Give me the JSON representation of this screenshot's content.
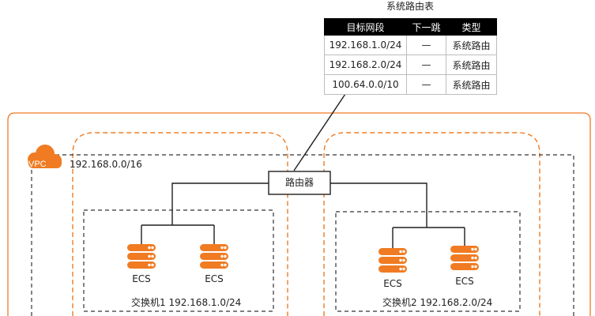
{
  "route_table": {
    "title": "系统路由表",
    "headers": [
      "目标网段",
      "下一跳",
      "类型"
    ],
    "rows": [
      [
        "192.168.1.0/24",
        "—",
        "系统路由"
      ],
      [
        "192.168.2.0/24",
        "—",
        "系统路由"
      ],
      [
        "100.64.0.0/10",
        "—",
        "系统路由"
      ]
    ]
  },
  "vpc": {
    "label": "VPC",
    "cidr": "192.168.0.0/16",
    "icon": "cloud-icon"
  },
  "router": {
    "label": "路由器"
  },
  "switches": [
    {
      "label": "交换机1 192.168.1.0/24",
      "ecs": [
        {
          "label": "ECS"
        },
        {
          "label": "ECS"
        }
      ]
    },
    {
      "label": "交换机2  192.168.2.0/24",
      "ecs": [
        {
          "label": "ECS"
        },
        {
          "label": "ECS"
        }
      ]
    }
  ],
  "colors": {
    "accent": "#f07b22",
    "line": "#1f1f1f",
    "dash": "#333333"
  }
}
